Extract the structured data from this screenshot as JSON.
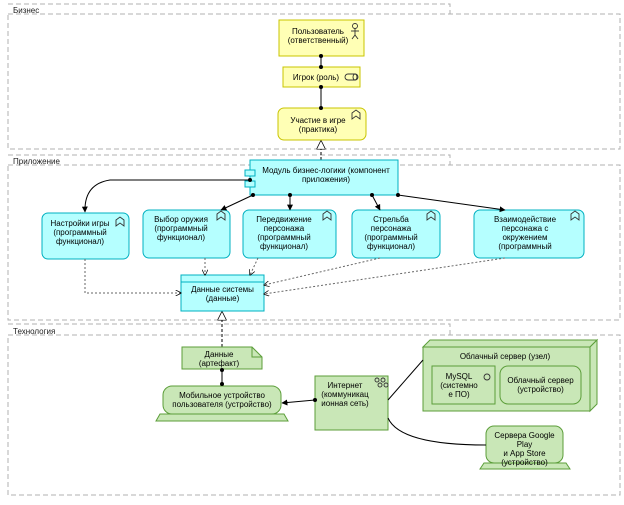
{
  "layers": {
    "business": "Бизнес",
    "application": "Приложение",
    "technology": "Технология"
  },
  "business": {
    "user": "Пользователь\n(ответственный)",
    "role": "Игрок (роль)",
    "practice": "Участие в игре\n(практика)"
  },
  "application": {
    "module": "Модуль бизнес-логики (компонент\nприложения)",
    "f1": "Настройки игры\n(программный\nфункционал)",
    "f2": "Выбор оружия\n(программный\nфункционал)",
    "f3": "Передвижение\nперсонажа\n(программный\nфункционал)",
    "f4": "Стрельба\nперсонажа\n(программный\nфункционал)",
    "f5": "Взаимодействие\nперсонажа с\nокружением\n(программный",
    "data": "Данные системы\n(данные)"
  },
  "technology": {
    "artifact": "Данные\n(артефакт)",
    "mobile": "Мобильное устройство\nпользователя (устройство)",
    "internet": "Интернет\n(коммуникац\nионная сеть)",
    "cloud_node": "Облачный сервер (узел)",
    "mysql": "MySQL\n(системно\nе ПО)",
    "cloud_device": "Облачный сервер\n(устройство)",
    "stores": "Сервера Google Play\nи App Store\n(устройство)"
  },
  "colors": {
    "business": "#ffffb5",
    "business_border": "#c9c400",
    "application": "#b5ffff",
    "application_border": "#00b0c0",
    "technology": "#c9e7b7",
    "technology_border": "#5c9e3a",
    "layer_border": "#b0b0b0"
  }
}
